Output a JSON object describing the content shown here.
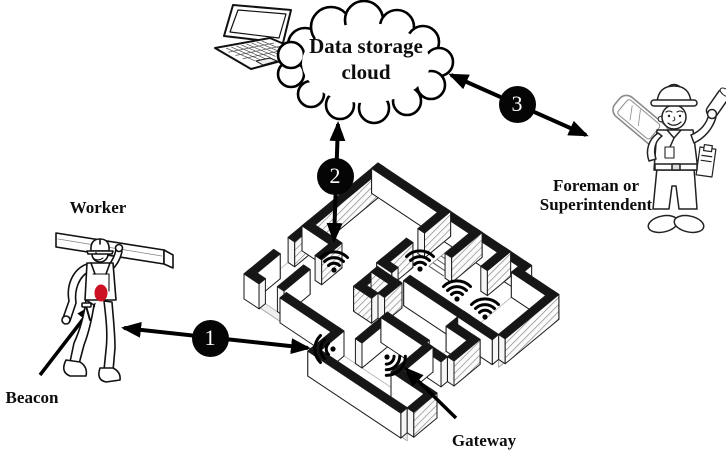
{
  "diagram": {
    "cloud": {
      "line1": "Data storage",
      "line2": "cloud"
    },
    "labels": {
      "worker": "Worker",
      "beacon": "Beacon",
      "gateway": "Gateway",
      "foreman_line1": "Foreman or",
      "foreman_line2": "Superintendent"
    },
    "steps": [
      {
        "number": "1"
      },
      {
        "number": "2"
      },
      {
        "number": "3"
      }
    ],
    "colors": {
      "beacon_red": "#cc1122",
      "ink": "#000000"
    }
  }
}
